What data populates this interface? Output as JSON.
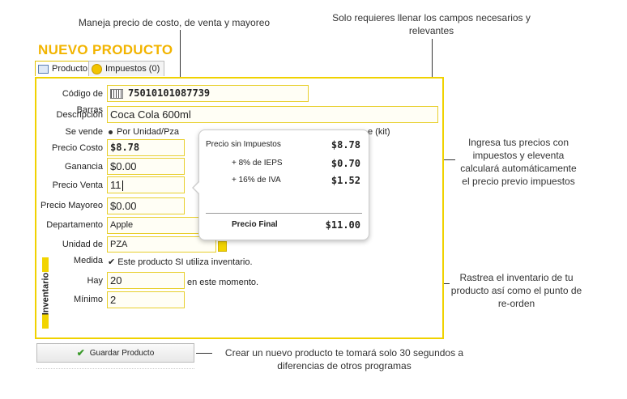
{
  "annotations": {
    "top_left": "Maneja precio de costo, de venta y mayoreo",
    "top_right": "Solo requieres llenar los campos necesarios y relevantes",
    "right_prices": "Ingresa tus precios con impuestos y eleventa calculará automáticamente el precio previo impuestos",
    "right_inventory": "Rastrea el inventario de tu producto así como el punto de re-orden",
    "bottom": "Crear un nuevo producto te tomará solo 30 segundos a diferencias de otros programas"
  },
  "form": {
    "title": "NUEVO PRODUCTO",
    "tabs": [
      {
        "label": "Producto"
      },
      {
        "label": "Impuestos (0)"
      }
    ],
    "fields": {
      "barcode_label": "Código de Barras",
      "barcode_value": "75010101087739",
      "description_label": "Descripción",
      "description_value": "Coca Cola 600ml",
      "sells_label": "Se vende",
      "sells_option": "Por Unidad/Pza",
      "sells_option_kit": "e (kit)",
      "cost_label": "Precio Costo",
      "cost_value": "$8.78",
      "profit_label": "Ganancia",
      "profit_value": "$0.00",
      "sale_label": "Precio Venta",
      "sale_value": "11",
      "wholesale_label": "Precio Mayoreo",
      "wholesale_value": "$0.00",
      "department_label": "Departamento",
      "department_value": "Apple",
      "unit_label": "Unidad de Medida",
      "unit_value": "PZA",
      "inventory_check": "Este producto SI utiliza inventario.",
      "inventory_section": "Inventario",
      "have_label": "Hay",
      "have_value": "20",
      "have_suffix": "en este momento.",
      "min_label": "Mínimo",
      "min_value": "2"
    },
    "save_button": "Guardar Producto"
  },
  "tax_popup": {
    "rows": [
      {
        "label": "Precio sin Impuestos",
        "value": "$8.78"
      },
      {
        "label": "+ 8% de IEPS",
        "value": "$0.70"
      },
      {
        "label": "+ 16% de IVA",
        "value": "$1.52"
      }
    ],
    "final_label": "Precio Final",
    "final_value": "$11.00"
  }
}
